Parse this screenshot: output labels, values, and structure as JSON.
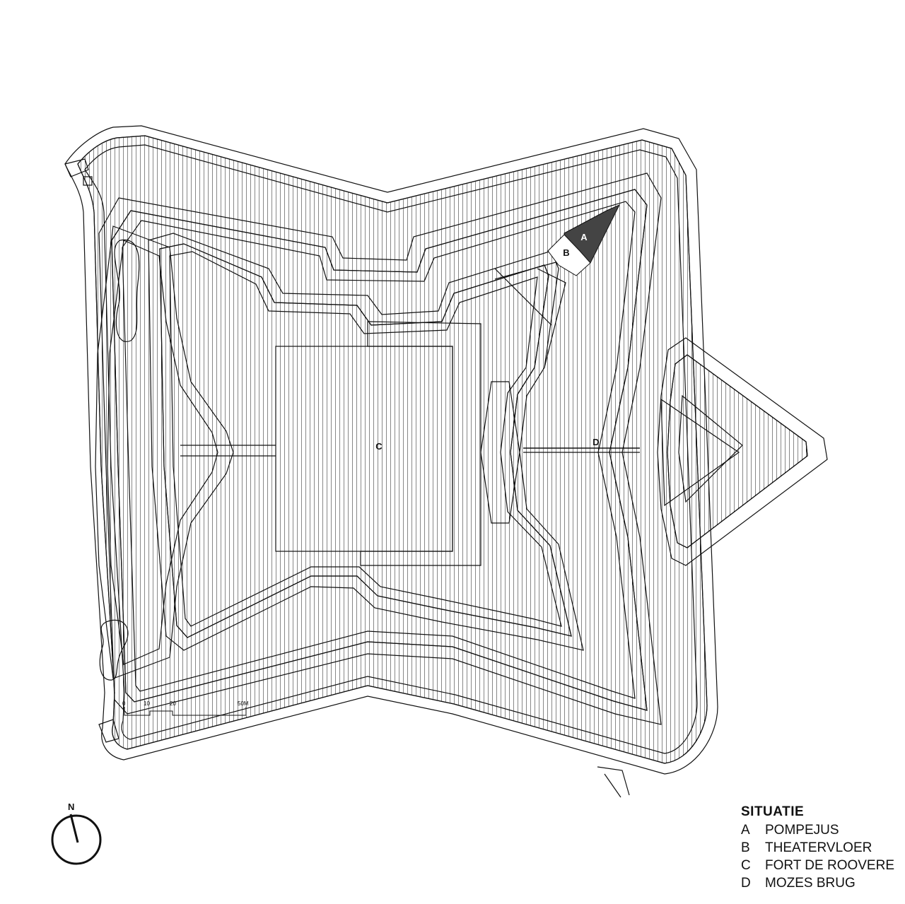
{
  "labels": {
    "a": "A",
    "b": "B",
    "c": "C",
    "d": "D"
  },
  "legend": {
    "title": "SITUATIE",
    "items": [
      {
        "key": "A",
        "label": "POMPEJUS"
      },
      {
        "key": "B",
        "label": "THEATERVLOER"
      },
      {
        "key": "C",
        "label": "FORT DE ROOVERE"
      },
      {
        "key": "D",
        "label": "MOZES BRUG"
      }
    ]
  },
  "north": {
    "label": "N"
  },
  "scale": {
    "ticks": [
      "0",
      "10",
      "20",
      "50M"
    ]
  },
  "colors": {
    "line": "#111111",
    "highlight": "#444444",
    "paper": "#ffffff"
  }
}
